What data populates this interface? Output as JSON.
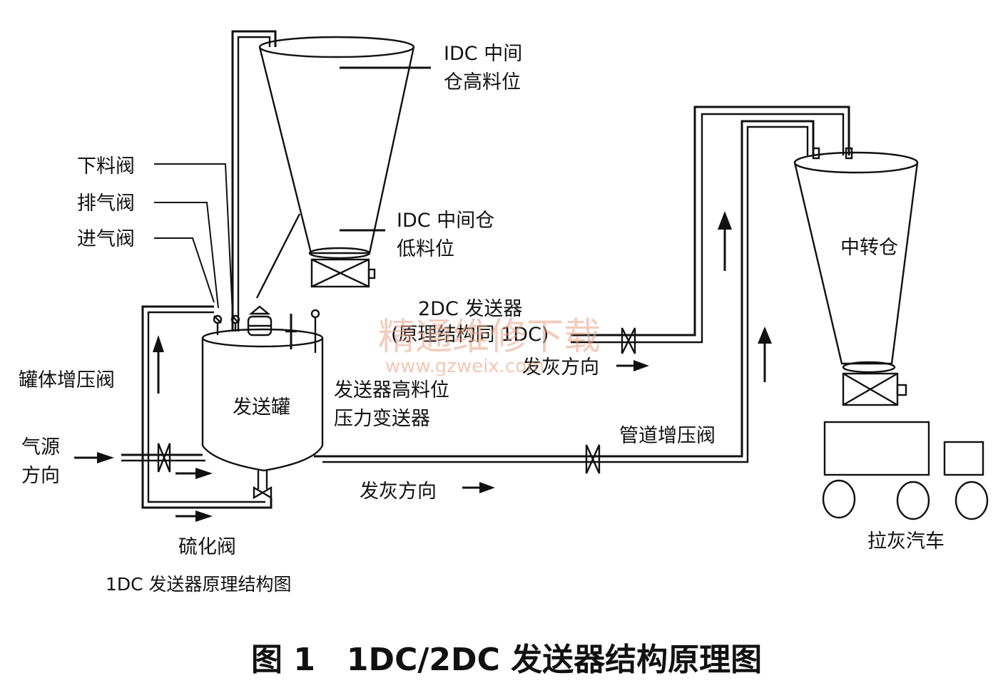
{
  "labels": {
    "idc_high_level_1": "IDC 中间",
    "idc_high_level_2": "仓高料位",
    "idc_low_level_1": "IDC 中间仓",
    "idc_low_level_2": "低料位",
    "discharge_valve": "下料阀",
    "exhaust_valve": "排气阀",
    "inlet_valve": "进气阀",
    "tank_boost_valve": "罐体增压阀",
    "air_source_1": "气源",
    "air_source_2": "方向",
    "send_tank": "发送罐",
    "high_level_1": "发送器高料位",
    "high_level_2": "压力变送器",
    "transmitter_2dc_1": "2DC 发送器",
    "transmitter_2dc_2": "(原理结构同 1DC)",
    "ash_dir_upper": "发灰方向",
    "ash_dir_lower": "发灰方向",
    "pipe_boost_valve": "管道增压阀",
    "fluidizing_valve": "硫化阀",
    "subtitle_1dc": "1DC 发送器原理结构图",
    "transfer_bin": "中转仓",
    "ash_truck": "拉灰汽车"
  },
  "caption": "图 1　1DC/2DC 发送器结构原理图",
  "watermark": {
    "text": "精通维修下载",
    "url": "www.gzweix.com"
  },
  "colors": {
    "ink": "#111111",
    "watermark": "#e8a486"
  }
}
